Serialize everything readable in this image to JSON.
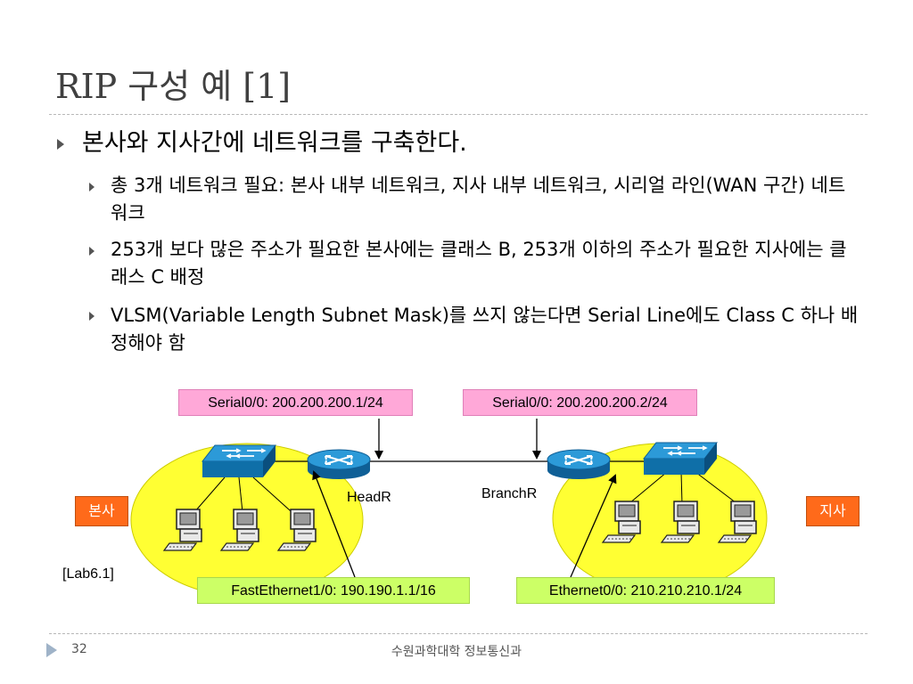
{
  "slide": {
    "title": "RIP 구성 예 [1]",
    "bullet_main": "본사와 지사간에 네트워크를 구축한다.",
    "sub_bullets": [
      "총 3개 네트워크 필요: 본사 내부 네트워크, 지사 내부 네트워크, 시리얼 라인(WAN 구간) 네트워크",
      "253개 보다 많은 주소가 필요한 본사에는 클래스 B, 253개 이하의 주소가 필요한 지사에는 클래스 C 배정",
      "VLSM(Variable Length Subnet Mask)를 쓰지 않는다면 Serial Line에도 Class C 하나 배정해야 함"
    ]
  },
  "diagram": {
    "label_serial_head": "Serial0/0: 200.200.200.1/24",
    "label_serial_branch": "Serial0/0: 200.200.200.2/24",
    "label_fast_ethernet": "FastEthernet1/0: 190.190.1.1/16",
    "label_ethernet": "Ethernet0/0: 210.210.210.1/24",
    "router_head": "HeadR",
    "router_branch": "BranchR",
    "site_head": "본사",
    "site_branch": "지사",
    "lab_ref": "[Lab6.1]"
  },
  "footer": {
    "page_number": "32",
    "department": "수원과학대학 정보통신과"
  },
  "colors": {
    "site_area": "#ffff33",
    "router": "#1e88c8",
    "switch": "#1e88c8",
    "pink_label": "#ffa8d8",
    "green_label": "#ccff66",
    "orange_label": "#ff6a1a"
  }
}
